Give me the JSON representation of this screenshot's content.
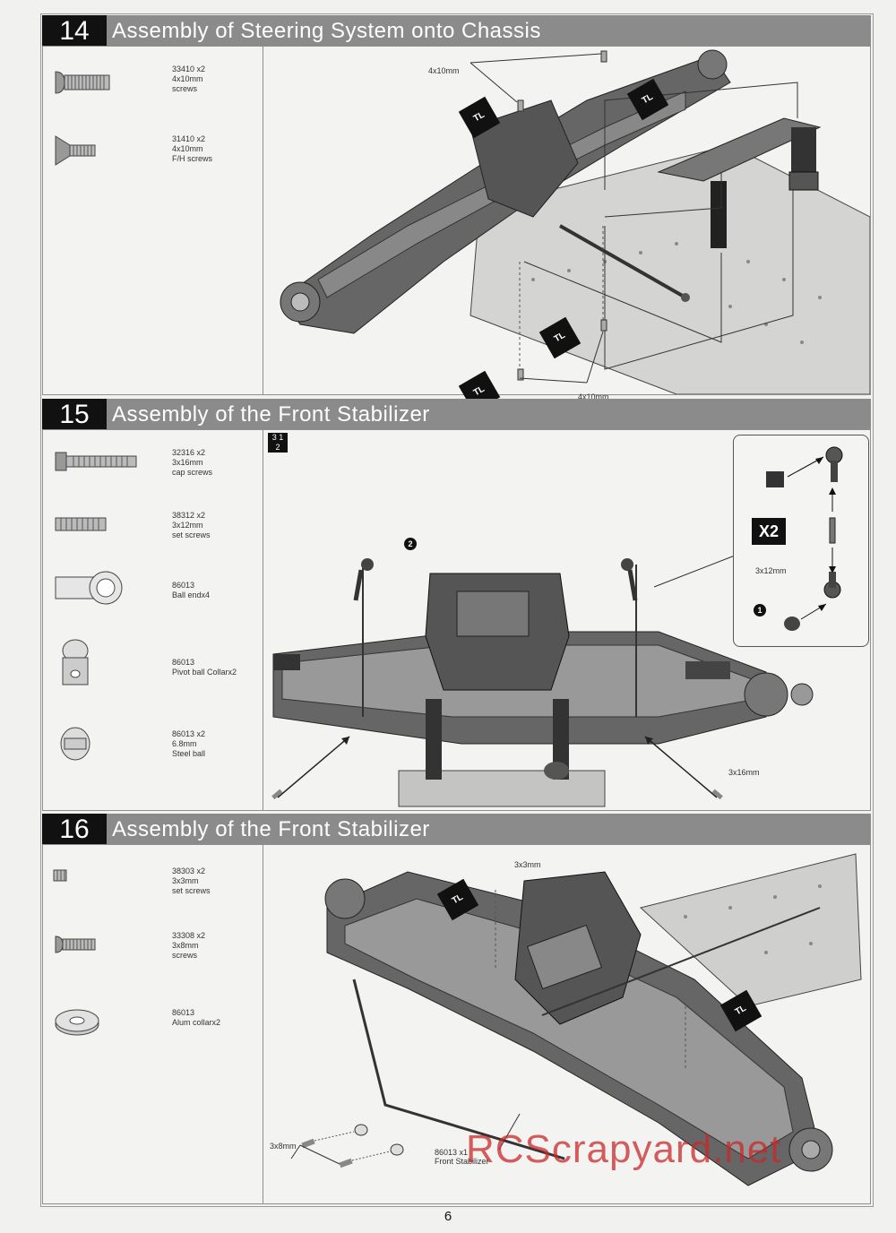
{
  "sections": [
    {
      "number": "14",
      "title": "Assembly of Steering System onto Chassis",
      "parts": [
        {
          "line1": "33410  x2",
          "line2": "4x10mm",
          "line3": "screws",
          "icon": "button-head-screw-icon"
        },
        {
          "line1": "31410  x2",
          "line2": "4x10mm",
          "line3": "F/H screws",
          "icon": "flat-head-screw-icon"
        }
      ],
      "callouts": [
        "4x10mm",
        "4x10mm"
      ],
      "badge": "TL"
    },
    {
      "number": "15",
      "title": "Assembly of the Front Stabilizer",
      "parts": [
        {
          "line1": "32316  x2",
          "line2": "3x16mm",
          "line3": "cap screws",
          "icon": "cap-screw-icon"
        },
        {
          "line1": "38312  x2",
          "line2": "3x12mm",
          "line3": "set screws",
          "icon": "set-screw-icon"
        },
        {
          "line1": "86013",
          "line2": "Ball endx4",
          "line3": "",
          "icon": "ball-end-icon"
        },
        {
          "line1": "86013",
          "line2": "Pivot ball Collarx2",
          "line3": "",
          "icon": "pivot-ball-collar-icon"
        },
        {
          "line1": "86013  x2",
          "line2": "6.8mm",
          "line3": "Steel ball",
          "icon": "steel-ball-icon"
        }
      ],
      "callouts": [
        "3x12mm",
        "3x16mm"
      ],
      "multiplier": "X2",
      "step_numbers": [
        "1",
        "2"
      ],
      "step_icon": {
        "top": "3  1",
        "bottom": "2"
      }
    },
    {
      "number": "16",
      "title": "Assembly of the Front Stabilizer",
      "parts": [
        {
          "line1": "38303  x2",
          "line2": "3x3mm",
          "line3": "set screws",
          "icon": "set-screw-small-icon"
        },
        {
          "line1": "33308  x2",
          "line2": "3x8mm",
          "line3": "screws",
          "icon": "button-head-screw-icon"
        },
        {
          "line1": "86013",
          "line2": "Alum collarx2",
          "line3": "",
          "icon": "alum-collar-icon"
        }
      ],
      "callouts": [
        "3x3mm",
        "3x8mm",
        "86013  x1",
        "Front Stabilizer"
      ],
      "badge": "TL"
    }
  ],
  "page_number": "6",
  "watermark": "RCScrapyard.net"
}
